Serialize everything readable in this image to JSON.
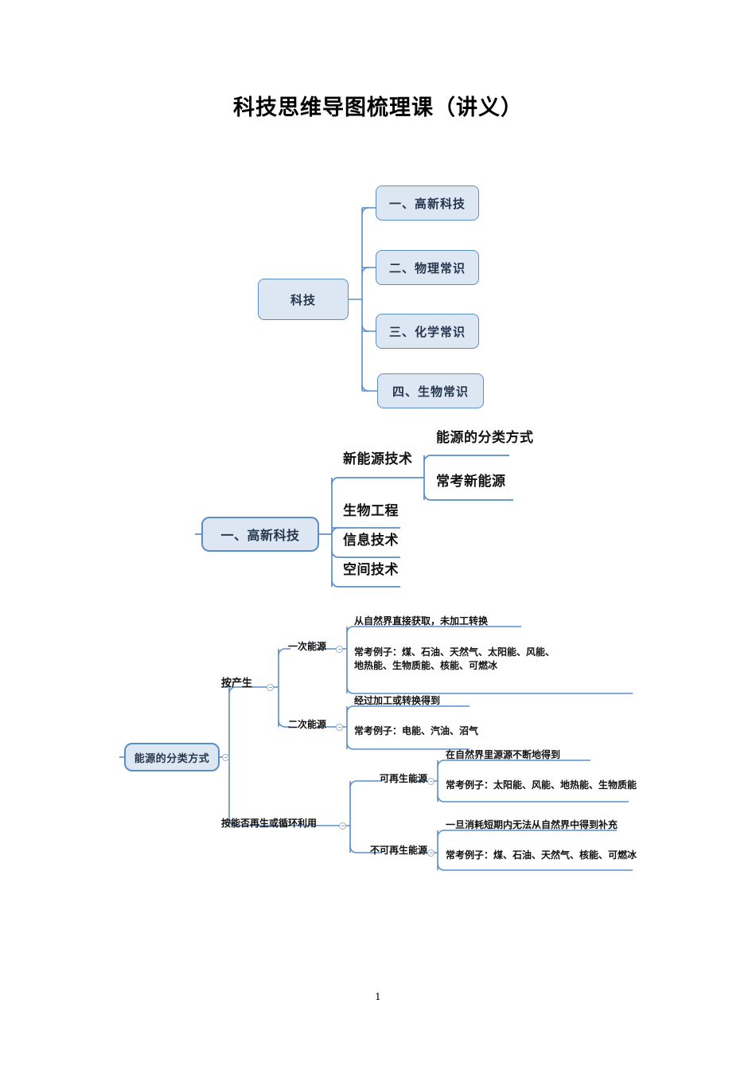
{
  "document": {
    "title": "科技思维导图梳理课（讲义）",
    "page_number": "1"
  },
  "theme": {
    "node_fill": "#dce7f3",
    "node_border": "#5b8dc8",
    "connector": "#5b8dc8",
    "text": "#121212"
  },
  "maps": {
    "map1": {
      "root": "科技",
      "children": [
        {
          "label": "一、高新科技"
        },
        {
          "label": "二、物理常识"
        },
        {
          "label": "三、化学常识"
        },
        {
          "label": "四、生物常识"
        }
      ]
    },
    "map2": {
      "root": "一、高新科技",
      "children": [
        {
          "label": "新能源技术",
          "children": [
            {
              "label": "能源的分类方式"
            },
            {
              "label": "常考新能源"
            }
          ]
        },
        {
          "label": "生物工程"
        },
        {
          "label": "信息技术"
        },
        {
          "label": "空间技术"
        }
      ]
    },
    "map3": {
      "root": "能源的分类方式",
      "branches": [
        {
          "label": "按产生",
          "children": [
            {
              "label": "一次能源",
              "details": [
                "从自然界直接获取，未加工转换",
                "常考例子：煤、石油、天然气、太阳能、风能、地热能、生物质能、核能、可燃冰"
              ]
            },
            {
              "label": "二次能源",
              "details": [
                "经过加工或转换得到",
                "常考例子：电能、汽油、沼气"
              ]
            }
          ]
        },
        {
          "label": "按能否再生或循环利用",
          "children": [
            {
              "label": "可再生能源",
              "details": [
                "在自然界里源源不断地得到",
                "常考例子：太阳能、风能、地热能、生物质能"
              ]
            },
            {
              "label": "不可再生能源",
              "details": [
                "一旦消耗短期内无法从自然界中得到补充",
                "常考例子：煤、石油、天然气、核能、可燃冰"
              ]
            }
          ]
        }
      ]
    }
  }
}
